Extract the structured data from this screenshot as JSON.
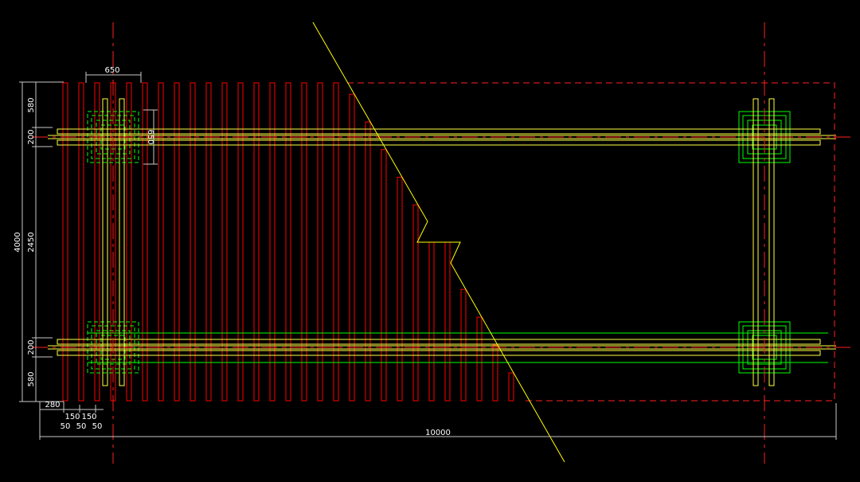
{
  "colors": {
    "background": "#000000",
    "slat": "#ff0000",
    "axis": "#ff2020",
    "beam": "#ffff44",
    "cut_line": "#ffff00",
    "footing": "#00ff00",
    "dimension": "#c8c8c8",
    "text": "#ffffff"
  },
  "dimensions": {
    "top_width": "650",
    "footing_height": "650",
    "left_top_offset": "580",
    "left_beam_top": "200",
    "left_middle": "2450",
    "left_beam_bottom": "200",
    "left_bottom_offset": "580",
    "overall_height": "4000",
    "bottom_offset": "280",
    "slat_a": "150",
    "slat_b": "150",
    "gap_a": "50",
    "gap_b": "50",
    "gap_c": "50",
    "overall_width": "10000"
  }
}
